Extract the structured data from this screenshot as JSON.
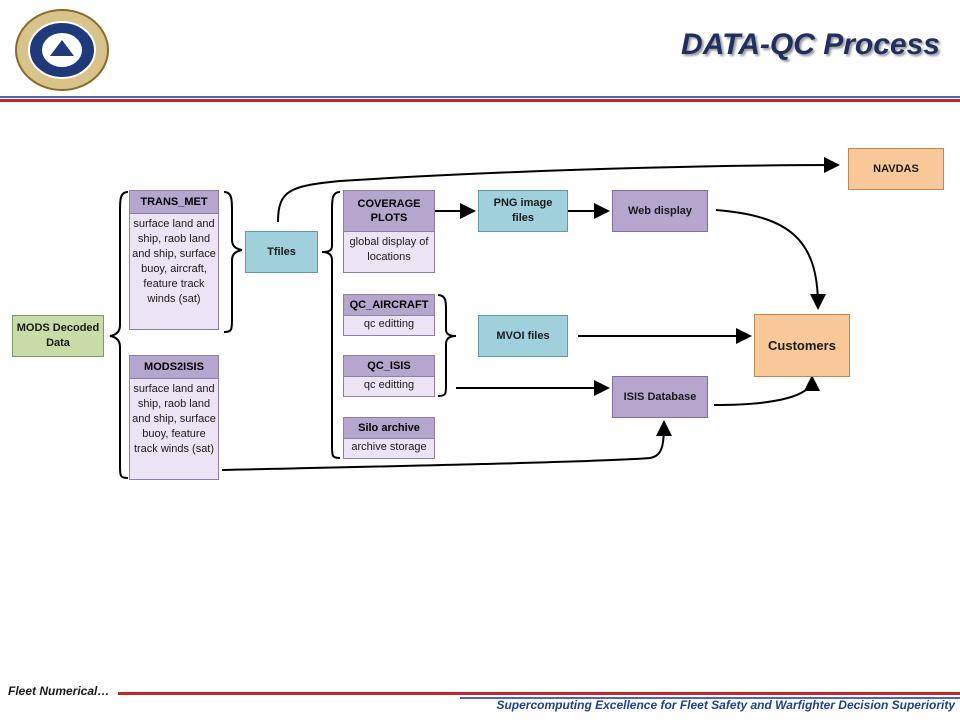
{
  "slide": {
    "title": "DATA-QC Process",
    "footer_left": "Fleet Numerical…",
    "footer_right": "Supercomputing Excellence for Fleet Safety and Warfighter Decision Superiority"
  },
  "diagram": {
    "mods": "MODS Decoded Data",
    "trans_met": {
      "head": "TRANS_MET",
      "body": "surface land and ship, raob land and ship, surface buoy, aircraft, feature track winds (sat)"
    },
    "mods2isis": {
      "head": "MODS2ISIS",
      "body": "surface land and ship, raob land and ship, surface buoy, feature track winds (sat)"
    },
    "tfiles": "Tfiles",
    "coverage": {
      "head": "COVERAGE PLOTS",
      "body": "global display of locations"
    },
    "qc_aircraft": {
      "head": "QC_AIRCRAFT",
      "body": "qc editting"
    },
    "qc_isis": {
      "head": "QC_ISIS",
      "body": "qc editting"
    },
    "silo": {
      "head": "Silo archive",
      "body": "archive storage"
    },
    "png": "PNG image files",
    "web": "Web display",
    "mvoi": "MVOI files",
    "isis_db": "ISIS Database",
    "navdas": "NAVDAS",
    "customers": "Customers"
  },
  "colors": {
    "title": "#1f2f5f",
    "red_rule": "#c0282c",
    "blue_rule": "#4a6ab8",
    "green": "#c8dca8",
    "purple": "#b4a6cc",
    "blue": "#9fd0dc",
    "orange": "#f8c898"
  }
}
